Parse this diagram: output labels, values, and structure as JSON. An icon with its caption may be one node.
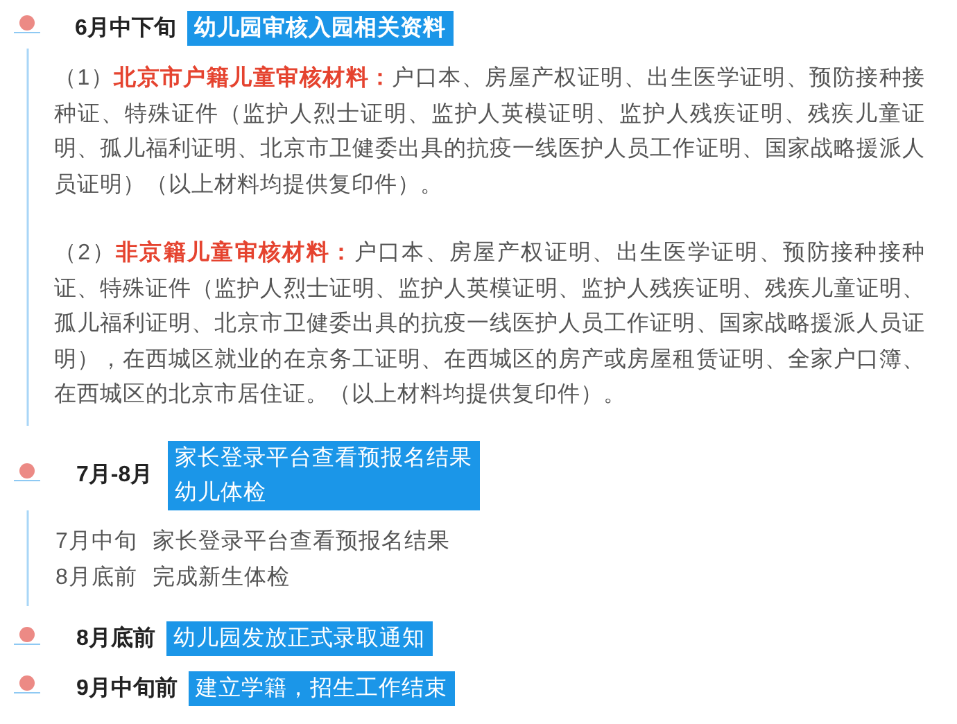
{
  "diagram": {
    "nodes": [
      {
        "text": [
          "幼儿园审核入园相关资料"
        ],
        "beside": [
          "6月中下旬"
        ]
      },
      {
        "text": [
          "家长登录平台查看预报名结果",
          "幼儿体检"
        ],
        "beside": [
          "7月-8月"
        ]
      },
      {
        "text": [
          "幼儿园发放正式录取通知"
        ],
        "beside": [
          "8月底前"
        ]
      },
      {
        "text": [
          "建立学籍，招生工作结束"
        ],
        "beside": [
          "9月中旬前"
        ]
      }
    ],
    "labels": [
      "（1）**北京市户籍儿童审核材料：**户口本、房屋产权证明、出生医学证明、预防接种接种证、特殊证件（监护人烈士证明、监护人英模证明、监护人残疾证明、残疾儿童证明、孤儿福利证明、北京市卫健委出具的抗疫一线医护人员工作证明、国家战略援派人员证明）（以上材料均提供复印件）。",
      "（2）**非京籍儿童审核材料：**户口本、房屋产权证明、出生医学证明、预防接种接种证、特殊证件（监护人烈士证明、监护人英模证明、监护人残疾证明、残疾儿童证明、孤儿福利证明、北京市卫健委出具的抗疫一线医护人员工作证明、国家战略援派人员证明），在西城区就业的在京务工证明、在西城区的房产或房屋租赁证明、全家户口簿、在西城区的北京市居住证。（以上材料均提供复印件）。",
      "7月中旬",
      "家长登录平台查看预报名结果",
      "8月底前",
      "完成新生体检"
    ]
  }
}
